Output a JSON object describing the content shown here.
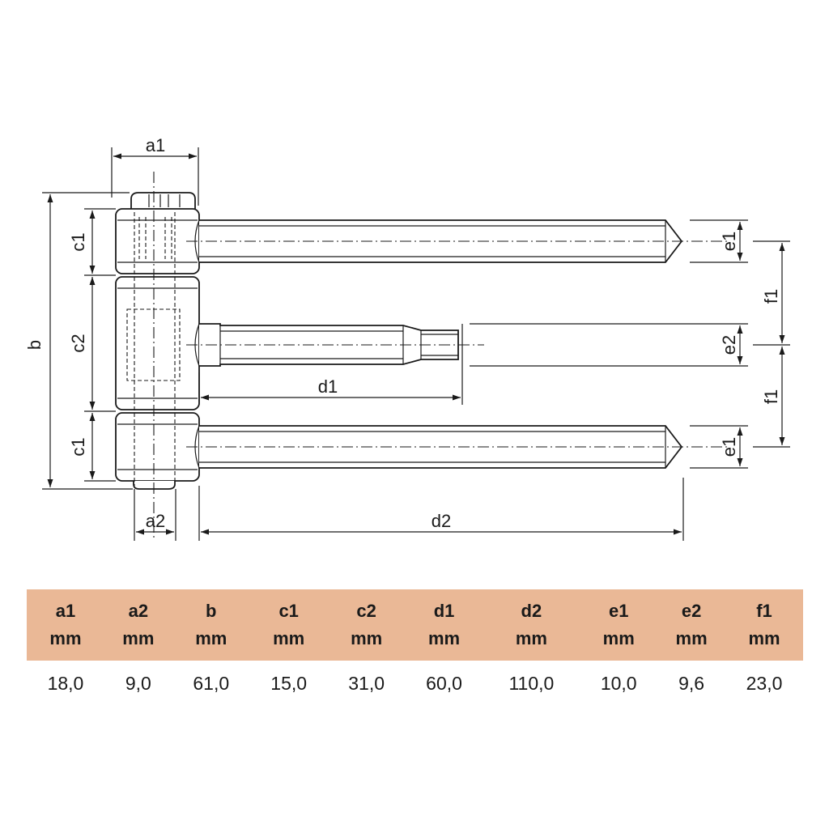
{
  "labels": {
    "a1": "a1",
    "a2": "a2",
    "b": "b",
    "c1_top": "c1",
    "c2": "c2",
    "c1_bottom": "c1",
    "d1": "d1",
    "d2": "d2",
    "e1_top": "e1",
    "e2": "e2",
    "e1_bottom": "e1",
    "f1_top": "f1",
    "f1_bottom": "f1"
  },
  "table": {
    "columns": [
      {
        "name": "a1",
        "unit": "mm",
        "value": "18,0"
      },
      {
        "name": "a2",
        "unit": "mm",
        "value": "9,0"
      },
      {
        "name": "b",
        "unit": "mm",
        "value": "61,0"
      },
      {
        "name": "c1",
        "unit": "mm",
        "value": "15,0"
      },
      {
        "name": "c2",
        "unit": "mm",
        "value": "31,0"
      },
      {
        "name": "d1",
        "unit": "mm",
        "value": "60,0"
      },
      {
        "name": "d2",
        "unit": "mm",
        "value": "110,0"
      },
      {
        "name": "e1",
        "unit": "mm",
        "value": "10,0"
      },
      {
        "name": "e2",
        "unit": "mm",
        "value": "9,6"
      },
      {
        "name": "f1",
        "unit": "mm",
        "value": "23,0"
      }
    ]
  },
  "colors": {
    "table_header": "#eab896",
    "line": "#1a1a1a"
  }
}
